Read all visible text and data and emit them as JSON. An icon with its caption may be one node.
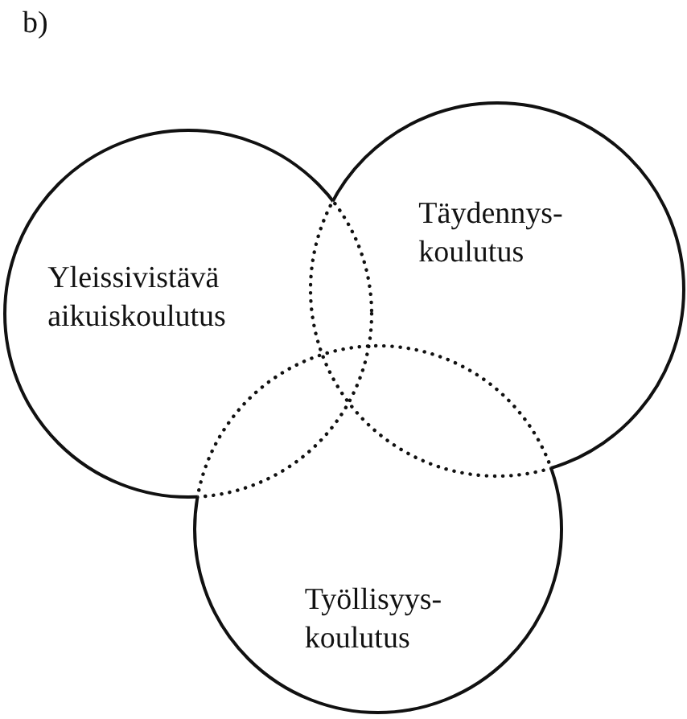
{
  "diagram": {
    "nodes": [
      {
        "text": [
          "Yleissivistävä aikuiskoulutus"
        ]
      },
      {
        "text": [
          "Täydennys- koulutus"
        ]
      },
      {
        "text": [
          "Työllisyys- koulutus"
        ]
      }
    ],
    "labels": [
      "b)"
    ]
  }
}
